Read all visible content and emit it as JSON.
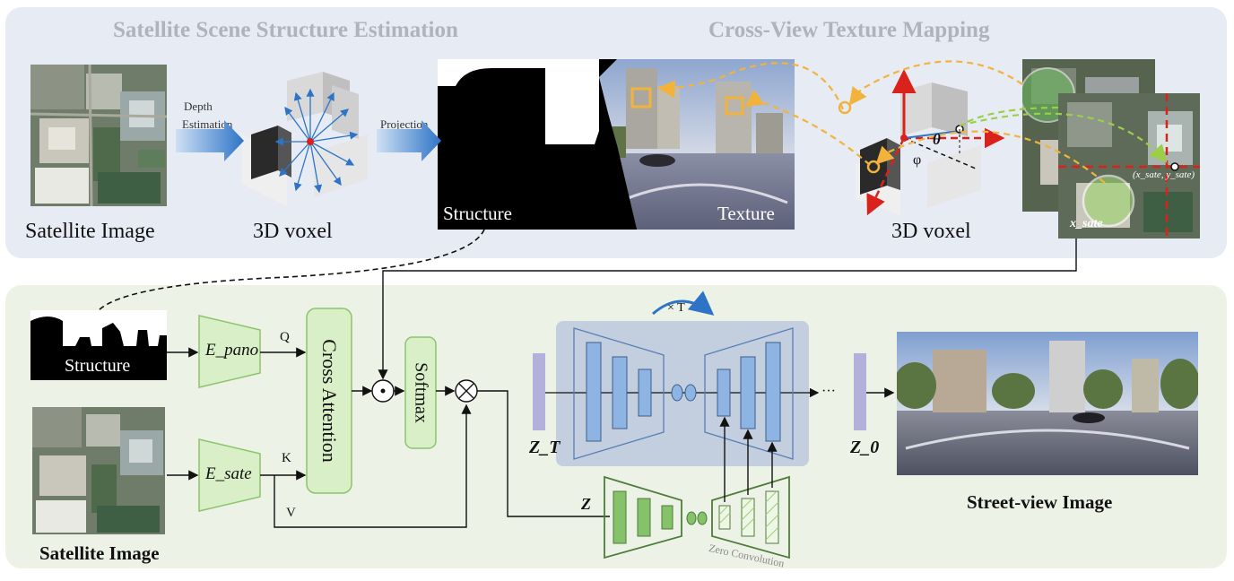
{
  "top": {
    "title_left": "Satellite Scene Structure Estimation",
    "title_right": "Cross-View Texture Mapping",
    "satellite_caption": "Satellite Image",
    "voxel_caption_left": "3D voxel",
    "voxel_caption_right": "3D voxel",
    "depth_label_1": "Depth",
    "depth_label_2": "Estimation",
    "projection_label": "Projection",
    "structure_label": "Structure",
    "texture_label": "Texture",
    "theta": "θ",
    "phi": "φ",
    "coord_label": "(x_sate, y_sate)",
    "x_sate_label": "x_sate"
  },
  "bottom": {
    "structure_label": "Structure",
    "satellite_caption": "Satellite Image",
    "e_pano": "E_pano",
    "e_sate": "E_sate",
    "q": "Q",
    "k": "K",
    "v": "V",
    "cross_attention": "Cross Attention",
    "softmax": "Softmax",
    "times_t": "× T",
    "z_t": "Z_T",
    "z_0": "Z_0",
    "z": "Z",
    "ellipsis": "···",
    "zero_convolution": "Zero Convolution",
    "street_view_caption": "Street-view Image"
  },
  "colors": {
    "top_panel": "#e7ebf4",
    "bottom_panel": "#edf2e6",
    "green_fill": "#d9efc8",
    "green_stroke": "#8cc46c",
    "unet_bg": "#c3cede",
    "unet_block": "#8eb4e3",
    "latent_bar": "#b4b0dc",
    "arrow_blue": "#2e74c6",
    "dashed_orange": "#f2b33d",
    "red_axis": "#d9221c"
  }
}
